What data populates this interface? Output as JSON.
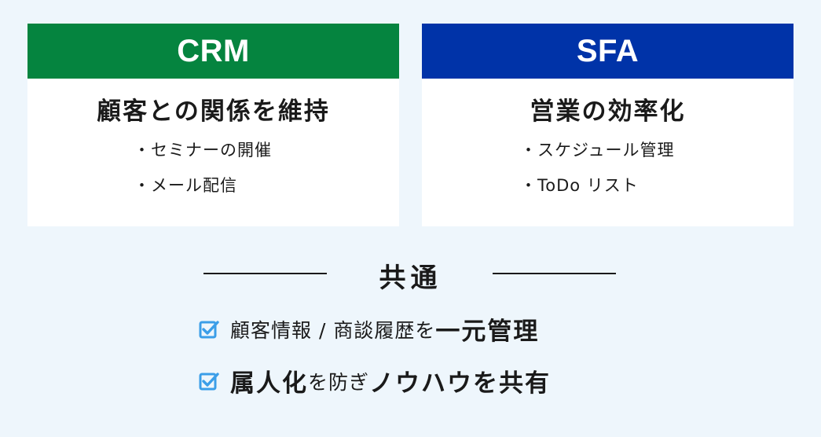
{
  "crm": {
    "title": "CRM",
    "subtitle": "顧客との関係を維持",
    "items": [
      "・セミナーの開催",
      "・メール配信"
    ],
    "color": "#05843f"
  },
  "sfa": {
    "title": "SFA",
    "subtitle": "営業の効率化",
    "items": [
      "・スケジュール管理",
      "・ToDo リスト"
    ],
    "color": "#0033a8"
  },
  "common": {
    "title": "共通",
    "points": [
      {
        "normal": "顧客情報 / 商談履歴を ",
        "bold": "一元管理"
      },
      {
        "bold_lead": "属人化",
        "normal": "を防ぎ",
        "bold": "ノウハウを共有"
      }
    ],
    "check_color": "#3b9ee8"
  }
}
